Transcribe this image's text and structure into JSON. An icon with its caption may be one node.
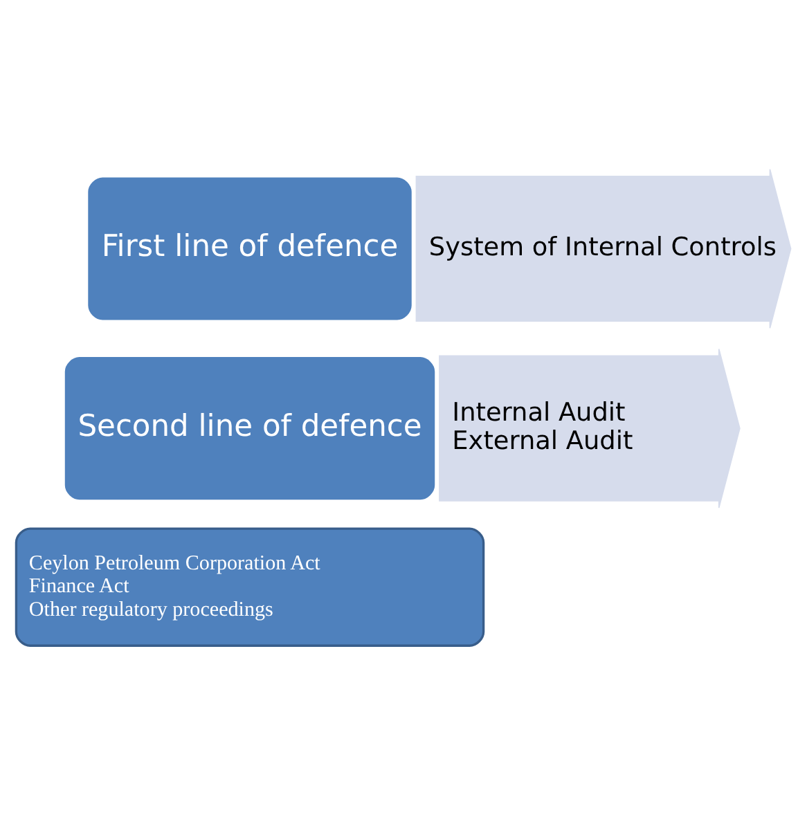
{
  "diagram": {
    "nodes": [
      {
        "text": [
          "First line of defence"
        ]
      },
      {
        "text": [
          "System of Internal Controls"
        ]
      },
      {
        "text": [
          "Second line of defence"
        ]
      },
      {
        "text": [
          "Internal Audit",
          "External Audit"
        ]
      },
      {
        "text": [
          "Ceylon Petroleum Corporation Act",
          "Finance Act",
          "Other regulatory proceedings"
        ]
      }
    ]
  }
}
